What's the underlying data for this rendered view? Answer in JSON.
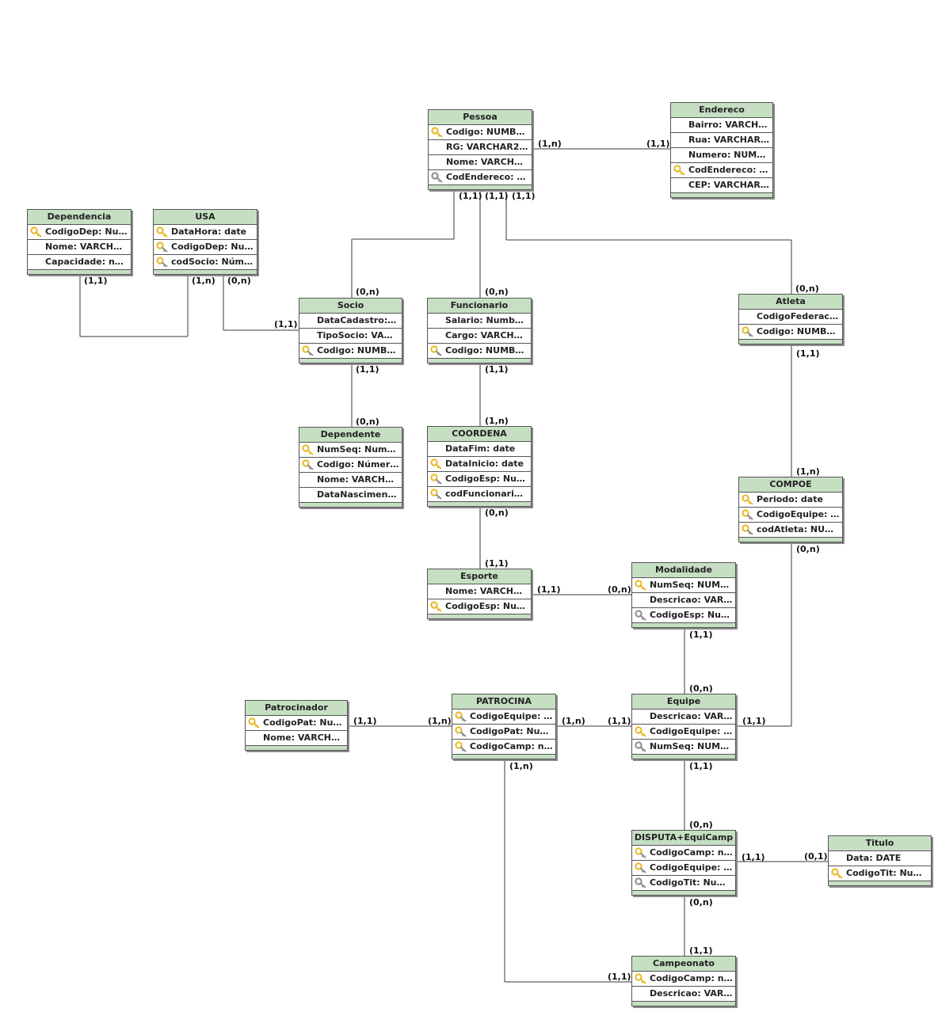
{
  "colors": {
    "header": "#c6dfc3",
    "key_primary": "#e8b820",
    "key_foreign": "#8a8a8a"
  },
  "entities": {
    "pessoa": {
      "title": "Pessoa",
      "fields": [
        {
          "text": "Codigo: NUMBER(7)",
          "key": "primary-key-icon"
        },
        {
          "text": "RG: VARCHAR2(15)",
          "key": ""
        },
        {
          "text": "Nome: VARCHAR2...",
          "key": ""
        },
        {
          "text": "CodEndereco: Nu...",
          "key": "foreign-key-icon"
        }
      ]
    },
    "endereco": {
      "title": "Endereco",
      "fields": [
        {
          "text": "Bairro: VARCHAR...",
          "key": ""
        },
        {
          "text": "Rua: VARCHAR2...",
          "key": ""
        },
        {
          "text": "Numero: NUMBE...",
          "key": ""
        },
        {
          "text": "CodEndereco: Nu...",
          "key": "primary-key-icon"
        },
        {
          "text": "CEP: VARCHAR2(9)",
          "key": ""
        }
      ]
    },
    "dependencia": {
      "title": "Dependencia",
      "fields": [
        {
          "text": "CodigoDep: Numb...",
          "key": "primary-key-icon"
        },
        {
          "text": "Nome: VARCHAR2...",
          "key": ""
        },
        {
          "text": "Capacidade: num...",
          "key": ""
        }
      ]
    },
    "usa": {
      "title": "USA",
      "fields": [
        {
          "text": "DataHora: date",
          "key": "primary-key-icon"
        },
        {
          "text": "CodigoDep: Numb...",
          "key": "primary-foreign-key-icon"
        },
        {
          "text": "codSocio: Númer...",
          "key": "primary-foreign-key-icon"
        }
      ]
    },
    "socio": {
      "title": "Socio",
      "fields": [
        {
          "text": "DataCadastro: ...",
          "key": ""
        },
        {
          "text": "TipoSocio: VARCH...",
          "key": ""
        },
        {
          "text": "Codigo: NUMBER(7)",
          "key": "primary-foreign-key-icon"
        }
      ]
    },
    "funcionario": {
      "title": "Funcionario",
      "fields": [
        {
          "text": "Salario: Number(...",
          "key": ""
        },
        {
          "text": "Cargo: VARCHAR2...",
          "key": ""
        },
        {
          "text": "Codigo: NUMBER(7)",
          "key": "primary-foreign-key-icon"
        }
      ]
    },
    "atleta": {
      "title": "Atleta",
      "fields": [
        {
          "text": "CodigoFederacao:...",
          "key": ""
        },
        {
          "text": "Codigo: NUMBER(7)",
          "key": "primary-foreign-key-icon"
        }
      ]
    },
    "dependente": {
      "title": "Dependente",
      "fields": [
        {
          "text": "NumSeq: Numbe...",
          "key": "primary-key-icon"
        },
        {
          "text": "Codigo: Número(4)",
          "key": "primary-foreign-key-icon"
        },
        {
          "text": "Nome: VARCHAR2...",
          "key": ""
        },
        {
          "text": "DataNascimento: ...",
          "key": ""
        }
      ]
    },
    "coordena": {
      "title": "COORDENA",
      "fields": [
        {
          "text": "DataFim: date",
          "key": ""
        },
        {
          "text": "DataInicio: date",
          "key": "primary-key-icon"
        },
        {
          "text": "CodigoEsp: Numb...",
          "key": "primary-foreign-key-icon"
        },
        {
          "text": "codFuncionario: N...",
          "key": "primary-foreign-key-icon"
        }
      ]
    },
    "compoe": {
      "title": "COMPOE",
      "fields": [
        {
          "text": "Periodo: date",
          "key": "primary-key-icon"
        },
        {
          "text": "CodigoEquipe: Nu...",
          "key": "primary-foreign-key-icon"
        },
        {
          "text": "codAtleta: NUMBE...",
          "key": "primary-foreign-key-icon"
        }
      ]
    },
    "esporte": {
      "title": "Esporte",
      "fields": [
        {
          "text": "Nome: VARCHAR2...",
          "key": ""
        },
        {
          "text": "CodigoEsp: Numb...",
          "key": "primary-key-icon"
        }
      ]
    },
    "modalidade": {
      "title": "Modalidade",
      "fields": [
        {
          "text": "NumSeq: NUMBE...",
          "key": "primary-key-icon"
        },
        {
          "text": "Descricao: VARCH...",
          "key": ""
        },
        {
          "text": "CodigoEsp: Numb...",
          "key": "foreign-key-icon"
        }
      ]
    },
    "patrocinador": {
      "title": "Patrocinador",
      "fields": [
        {
          "text": "CodigoPat: Numb...",
          "key": "primary-key-icon"
        },
        {
          "text": "Nome: VARCHAR...",
          "key": ""
        }
      ]
    },
    "patrocina": {
      "title": "PATROCINA",
      "fields": [
        {
          "text": "CodigoEquipe: Nu...",
          "key": "primary-foreign-key-icon"
        },
        {
          "text": "CodigoPat: Numb...",
          "key": "primary-foreign-key-icon"
        },
        {
          "text": "CodigoCamp: nu...",
          "key": "primary-foreign-key-icon"
        }
      ]
    },
    "equipe": {
      "title": "Equipe",
      "fields": [
        {
          "text": "Descricao: VARCH...",
          "key": ""
        },
        {
          "text": "CodigoEquipe: Nu...",
          "key": "primary-key-icon"
        },
        {
          "text": "NumSeq: NUMBE...",
          "key": "foreign-key-icon"
        }
      ]
    },
    "disputa": {
      "title": "DISPUTA+EquiCamp",
      "fields": [
        {
          "text": "CodigoCamp: nu...",
          "key": "primary-foreign-key-icon"
        },
        {
          "text": "CodigoEquipe: Nu...",
          "key": "primary-foreign-key-icon"
        },
        {
          "text": "CodigoTit: Numbe...",
          "key": "foreign-key-icon"
        }
      ]
    },
    "titulo": {
      "title": "Titulo",
      "fields": [
        {
          "text": "Data: DATE",
          "key": ""
        },
        {
          "text": "CodigoTit: Numbe...",
          "key": "primary-key-icon"
        }
      ]
    },
    "campeonato": {
      "title": "Campeonato",
      "fields": [
        {
          "text": "CodigoCamp: nu...",
          "key": "primary-key-icon"
        },
        {
          "text": "Descricao: VARCH...",
          "key": ""
        }
      ]
    }
  },
  "cardinalities": {
    "pessoa_endereco_a": "(1,n)",
    "pessoa_endereco_b": "(1,1)",
    "pessoa_socio_a": "(1,1)",
    "pessoa_func_a": "(1,1)",
    "pessoa_atleta_a": "(1,1)",
    "pessoa_socio_b": "(0,n)",
    "pessoa_func_b": "(0,n)",
    "pessoa_atleta_b": "(0,n)",
    "dependencia_usa": "(1,1)",
    "usa_a": "(1,n)",
    "usa_b": "(0,n)",
    "usa_socio": "(1,1)",
    "socio_dep_a": "(1,1)",
    "socio_dep_b": "(0,n)",
    "func_coord_a": "(1,1)",
    "func_coord_b": "(1,n)",
    "coord_esp_a": "(0,n)",
    "coord_esp_b": "(1,1)",
    "atleta_compoe_a": "(1,1)",
    "atleta_compoe_b": "(1,n)",
    "esp_mod_a": "(1,1)",
    "esp_mod_b": "(0,n)",
    "mod_equipe_a": "(1,1)",
    "mod_equipe_b": "(0,n)",
    "compoe_equipe_a": "(0,n)",
    "compoe_equipe_b": "(1,1)",
    "patrocinador_patrocina_a": "(1,1)",
    "patrocinador_patrocina_b": "(1,n)",
    "patrocina_equipe_a": "(1,n)",
    "patrocina_equipe_b": "(1,1)",
    "patrocina_camp_a": "(1,n)",
    "patrocina_camp_b": "(1,1)",
    "equipe_disputa_a": "(1,1)",
    "equipe_disputa_b": "(0,n)",
    "disputa_titulo_a": "(1,1)",
    "disputa_titulo_b": "(0,1)",
    "disputa_camp_a": "(0,n)",
    "disputa_camp_b": "(1,1)"
  }
}
